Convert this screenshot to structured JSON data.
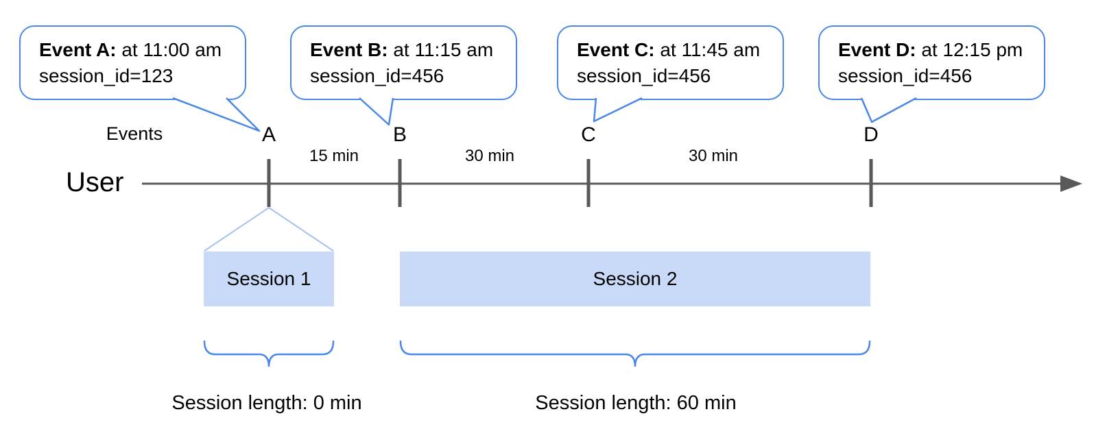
{
  "colors": {
    "accent_blue": "#4a86e8",
    "funnel_blue": "#a4c2f4",
    "session_fill": "#c9daf8",
    "axis_gray": "#595959",
    "text": "#000000"
  },
  "timeline": {
    "user_label": "User",
    "events_label": "Events",
    "intervals": [
      "15 min",
      "30 min",
      "30 min"
    ]
  },
  "events": [
    {
      "label": "A",
      "callout_title": "Event A:",
      "callout_time": " at 11:00 am",
      "callout_session": "session_id=123"
    },
    {
      "label": "B",
      "callout_title": "Event B:",
      "callout_time": " at 11:15 am",
      "callout_session": "session_id=456"
    },
    {
      "label": "C",
      "callout_title": "Event C:",
      "callout_time": " at 11:45 am",
      "callout_session": "session_id=456"
    },
    {
      "label": "D",
      "callout_title": "Event D:",
      "callout_time": " at 12:15 pm",
      "callout_session": "session_id=456"
    }
  ],
  "sessions": [
    {
      "name": "Session 1",
      "length_label": "Session length: 0 min"
    },
    {
      "name": "Session 2",
      "length_label": "Session length: 60 min"
    }
  ]
}
